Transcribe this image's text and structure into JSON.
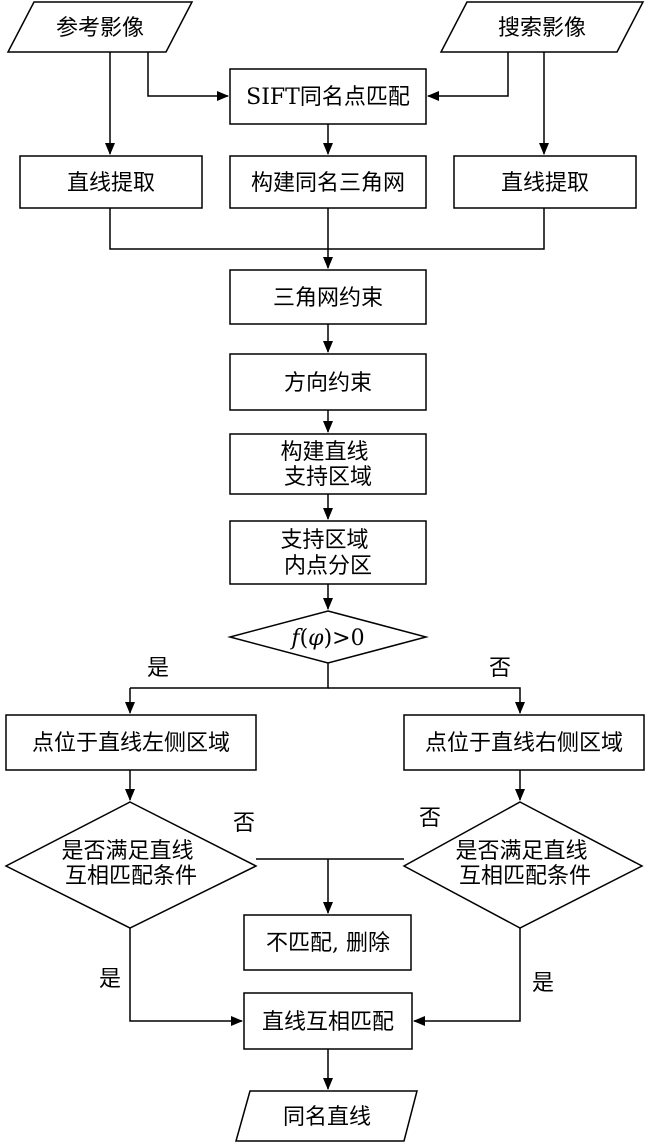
{
  "nodes": {
    "ref_image": "参考影像",
    "search_image": "搜索影像",
    "sift_match": "SIFT同名点匹配",
    "line_extract_left": "直线提取",
    "build_tin": "构建同名三角网",
    "line_extract_right": "直线提取",
    "tin_constraint": "三角网约束",
    "direction_constraint": "方向约束",
    "support_region": [
      "构建直线",
      "支持区域"
    ],
    "inner_points": [
      "支持区域",
      "内点分区"
    ],
    "condition": {
      "func": "f",
      "open": "(",
      "arg": "φ",
      "rest": ")>0"
    },
    "left_region": "点位于直线左侧区域",
    "right_region": "点位于直线右侧区域",
    "check_left": [
      "是否满足直线",
      "互相匹配条件"
    ],
    "check_right": [
      "是否满足直线",
      "互相匹配条件"
    ],
    "reject": "不匹配, 删除",
    "mutual_match": "直线互相匹配",
    "result": "同名直线"
  },
  "labels": {
    "yes_top": "是",
    "no_top": "否",
    "no_left": "否",
    "no_right": "否",
    "yes_left": "是",
    "yes_right": "是"
  },
  "colors": {
    "stroke": "#000000",
    "fill": "#ffffff",
    "text": "#000000"
  }
}
